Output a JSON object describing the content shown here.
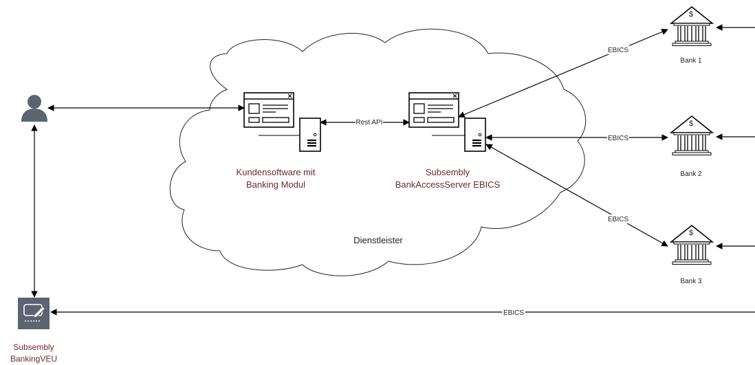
{
  "cloud": {
    "label": "Dienstleister"
  },
  "kundensoftware": {
    "line1": "Kundensoftware mit",
    "line2": "Banking Modul"
  },
  "bas": {
    "line1": "Subsembly",
    "line2": "BankAccessServer EBICS"
  },
  "connections": {
    "rest_api": "Rest API",
    "ebics_bank1": "EBICS",
    "ebics_bank2": "EBICS",
    "ebics_bank3": "EBICS",
    "ebics_veu": "EBICS"
  },
  "banks": [
    {
      "label": "Bank 1",
      "symbol": "$"
    },
    {
      "label": "Bank 2",
      "symbol": "$"
    },
    {
      "label": "Bank 3",
      "symbol": "$"
    }
  ],
  "veu": {
    "line1": "Subsembly",
    "line2": "BankingVEU"
  },
  "icons": {
    "user": "user-icon",
    "browser": "browser-window-icon",
    "server": "server-icon",
    "bank": "bank-icon",
    "veu": "signature-pad-icon"
  },
  "colors": {
    "label_accent": "#6b2a2a",
    "user_icon": "#5a6570",
    "veu_tile": "#5b6470"
  }
}
